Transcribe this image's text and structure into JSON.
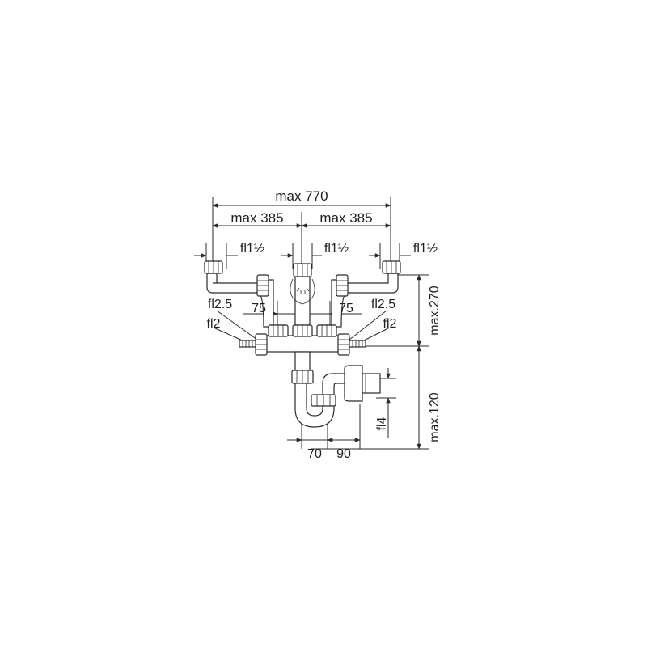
{
  "labels": {
    "overall_width": "max 770",
    "left_half": "max 385",
    "right_half": "max 385",
    "inlet_left": "fl1½",
    "inlet_center": "fl1½",
    "inlet_right": "fl1½",
    "spacing_left": "75",
    "spacing_right": "75",
    "side_left_upper": "fl2.5",
    "side_left_lower": "fl2",
    "side_right_upper": "fl2.5",
    "side_right_lower": "fl2",
    "height_upper": "max.270",
    "height_lower": "max.120",
    "outlet_diameter": "fl4",
    "bottom_left": "70",
    "bottom_right": "90"
  },
  "colors": {
    "line": "#2a2a2a",
    "text": "#1e1e1e",
    "background": "#ffffff"
  }
}
